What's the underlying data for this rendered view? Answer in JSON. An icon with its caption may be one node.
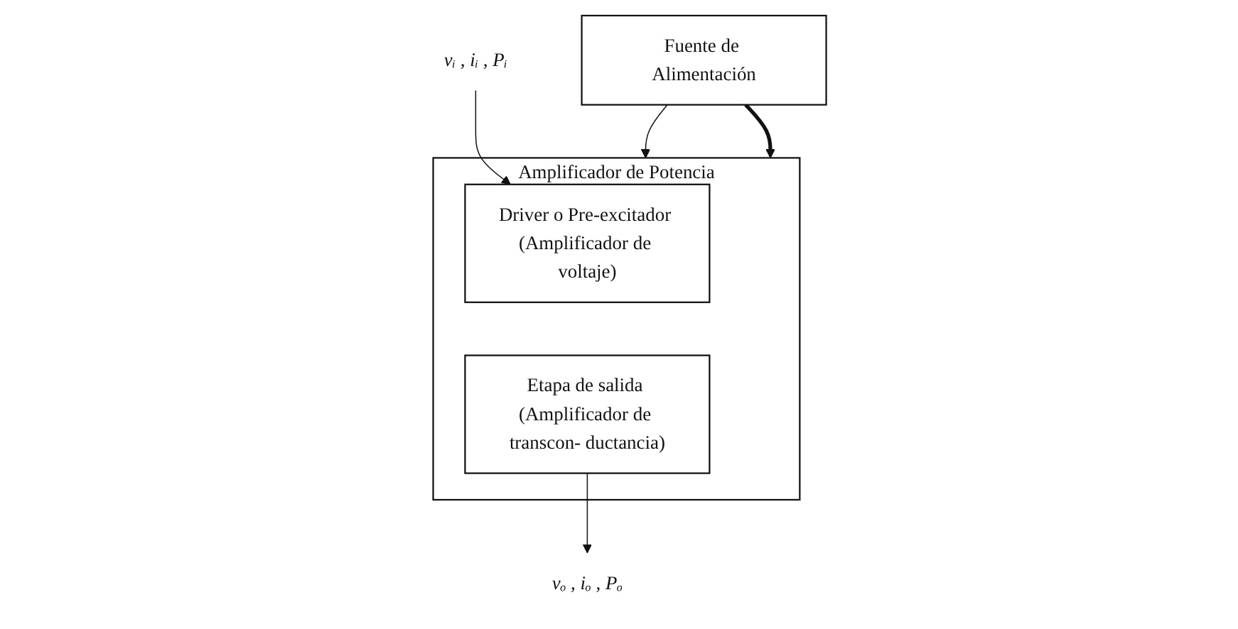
{
  "diagram": {
    "nodes": [
      {
        "text": [
          "Fuente de Alimentación"
        ]
      },
      {
        "text": [
          "Amplificador de Potencia"
        ]
      },
      {
        "text": [
          "Driver o Pre-excitador (Amplificador de voltaje)"
        ],
        "in": 1
      },
      {
        "text": [
          "Etapa de salida (Amplificador de transcon- ductancia)"
        ],
        "in": 1
      },
      {
        "text": [
          "vᵢ , iᵢ , Pᵢ"
        ]
      },
      {
        "text": [
          "vₒ , iₒ , Pₒ"
        ]
      }
    ],
    "edges": [
      {
        "from": 0,
        "to": 1,
        "arrow": "to"
      },
      {
        "from": 0,
        "to": 1,
        "arrow": "to",
        "style": "thick"
      },
      {
        "from": 4,
        "to": 2,
        "arrow": "to"
      },
      {
        "from": 3,
        "to": 5,
        "arrow": "to"
      }
    ]
  }
}
